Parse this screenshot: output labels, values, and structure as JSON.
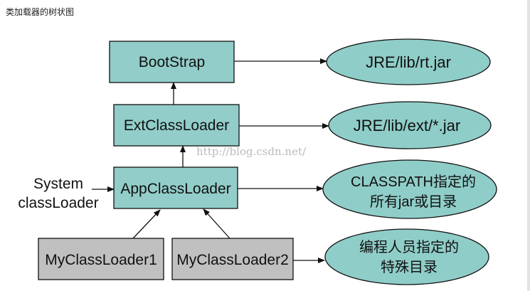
{
  "caption": "类加载器的树状图",
  "nodes": {
    "bootstrap": "BootStrap",
    "ext": "ExtClassLoader",
    "app": "AppClassLoader",
    "my1": "MyClassLoader1",
    "my2": "MyClassLoader2"
  },
  "paths": {
    "bootstrap": "JRE/lib/rt.jar",
    "ext": "JRE/lib/ext/*.jar",
    "app_line1": "CLASSPATH指定的",
    "app_line2": "所有jar或目录",
    "custom_line1": "编程人员指定的",
    "custom_line2": "特殊目录"
  },
  "system_label": {
    "line1": "System",
    "line2": "classLoader"
  },
  "watermark": "http://blog.csdn.net/",
  "colors": {
    "node_fill": "#92cdc9",
    "custom_fill": "#c0c0c0",
    "ellipse_fill": "#8fcdc8",
    "stroke": "#111111"
  }
}
